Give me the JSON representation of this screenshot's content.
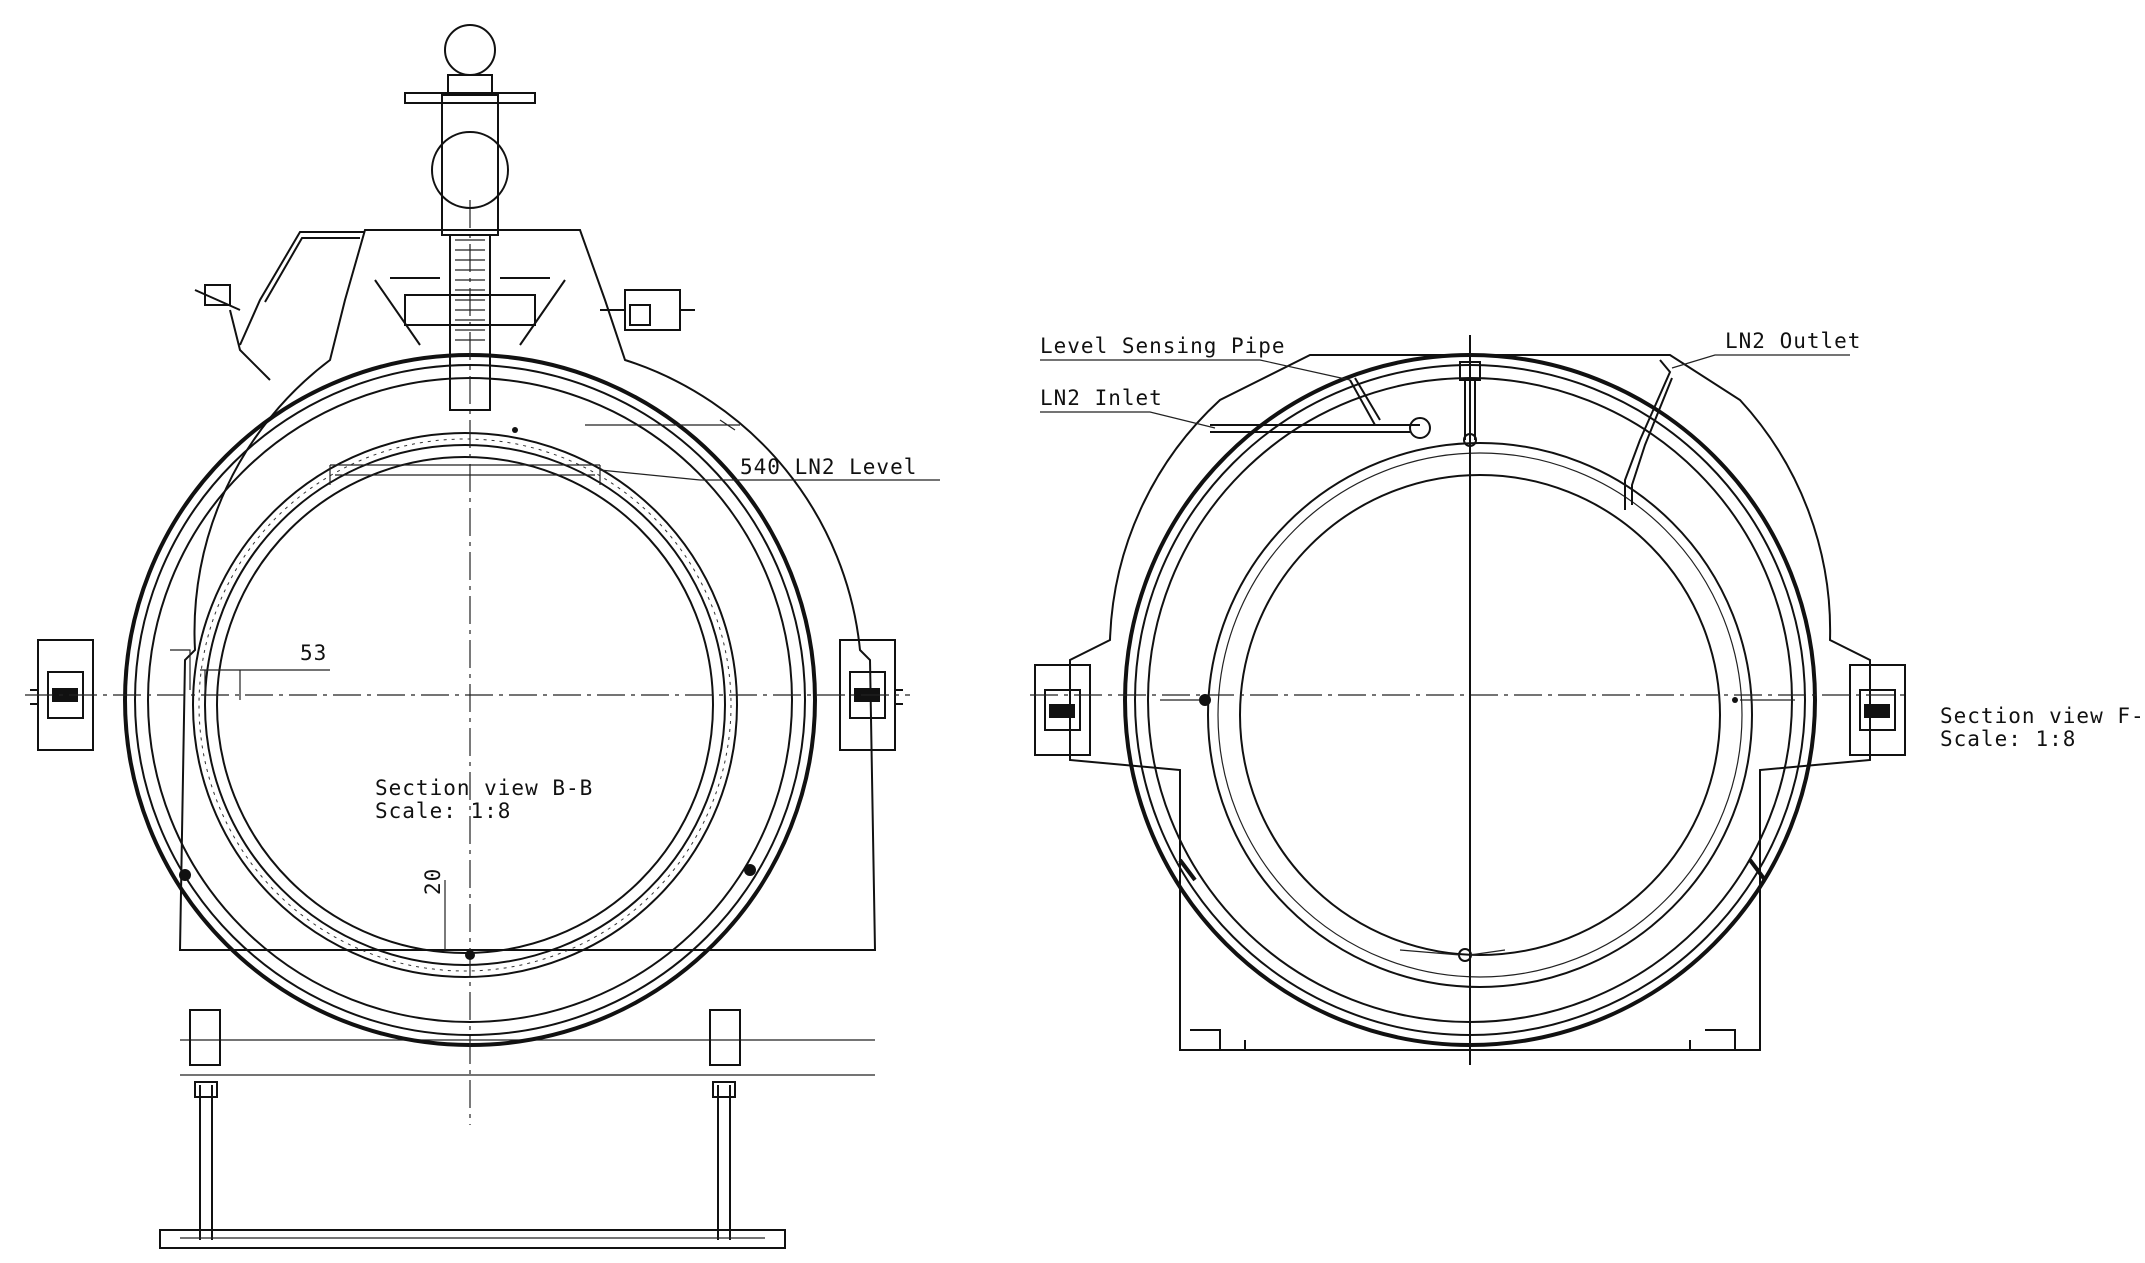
{
  "views": {
    "left": {
      "title": "Section view B-B",
      "scale": "Scale:  1:8",
      "dim_top": "53",
      "dim_bottom": "20",
      "level_callout": "540 LN2 Level"
    },
    "right": {
      "title": "Section view F-F",
      "scale": "Scale:  1:8",
      "callouts": {
        "level_pipe": "Level Sensing Pipe",
        "inlet": "LN2 Inlet",
        "outlet": "LN2 Outlet"
      }
    }
  },
  "colors": {
    "line": "#111111",
    "background": "#ffffff"
  }
}
